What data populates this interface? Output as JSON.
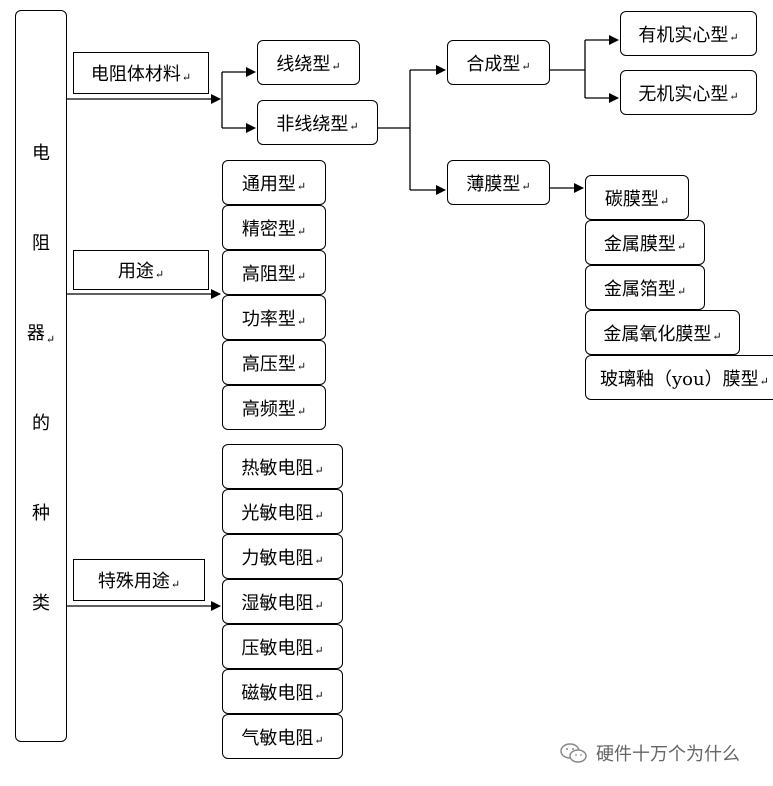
{
  "root": {
    "chars": [
      "电",
      "阻",
      "器",
      "的",
      "种",
      "类"
    ]
  },
  "categories": {
    "material": "电阻体材料",
    "usage": "用途",
    "special": "特殊用途"
  },
  "material": {
    "wirewound": "线绕型",
    "non_wirewound": "非线绕型",
    "composite": "合成型",
    "film": "薄膜型",
    "organic_solid": "有机实心型",
    "inorganic_solid": "无机实心型",
    "films": [
      "碳膜型",
      "金属膜型",
      "金属箔型",
      "金属氧化膜型",
      "玻璃釉（you）膜型"
    ]
  },
  "usage_items": [
    "通用型",
    "精密型",
    "高阻型",
    "功率型",
    "高压型",
    "高频型"
  ],
  "special_items": [
    "热敏电阻",
    "光敏电阻",
    "力敏电阻",
    "湿敏电阻",
    "压敏电阻",
    "磁敏电阻",
    "气敏电阻"
  ],
  "return_mark": "↵",
  "watermark": "硬件十万个为什么",
  "icons": {
    "watermark_logo": "wechat-icon"
  }
}
